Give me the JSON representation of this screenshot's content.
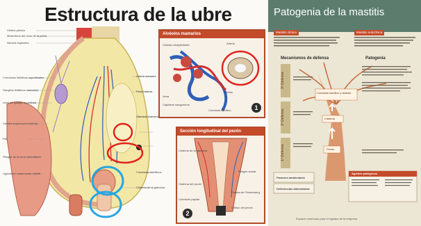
{
  "left": {
    "title": "Estructura de la ubre",
    "udder_labels": [
      "Vértice pélvico",
      "Mesenterio del recto de la pelvis",
      "Nervios espinales",
      "Conductos linfáticos superficiales",
      "Ganglios linfáticos mamarios",
      "Linfa del ganglio superficial",
      "Lámina suspensoria externa",
      "Piel",
      "Pliegue de la vena subcutánea",
      "Ligamento suspensorio medial",
      "Arteria mamaria",
      "Pared lateral",
      "Glándula mamaria",
      "Conductos lactíferos",
      "Cisterna de la glándula"
    ],
    "box1": {
      "title": "Alvéolos mamarios",
      "number": "1",
      "labels": [
        "Células mioepiteliales",
        "Alvéolo",
        "Arteria",
        "Vena",
        "Conducto lactífero",
        "Capilares sanguíneos"
      ]
    },
    "box2": {
      "title": "Sección longitudinal del pezón",
      "number": "2",
      "labels": [
        "Cisterna de la glándula",
        "Pliegue anular",
        "Cisterna del pezón",
        "Conducto papilar",
        "Orificio del pezón",
        "Roseta de Fürstenberg"
      ]
    }
  },
  "right": {
    "title": "Patogenia de la mastitis",
    "tag_left": "Mastitis clínica",
    "tag_right": "Mastitis subclínica",
    "col_defensa": "Mecanismos de defensa",
    "col_patogenia": "Patogenia",
    "bands": [
      "3ª Defensa",
      "2ª Defensa",
      "1ª Defensa"
    ],
    "stages": [
      "Conducto lactífero y alvéolo",
      "Cisterna",
      "Pezón"
    ],
    "bottom_left": [
      "Factores ambientales",
      "Deficiencias alimentarias"
    ],
    "bottom_right_title": "Agentes patógenos",
    "footer": "Espacio reservado para el logotipo de la empresa"
  },
  "colors": {
    "red_circle": "#e2231a",
    "blue_circle": "#27a6e0",
    "header_green": "#5c7d6e",
    "accent_red": "#c44b2a"
  }
}
